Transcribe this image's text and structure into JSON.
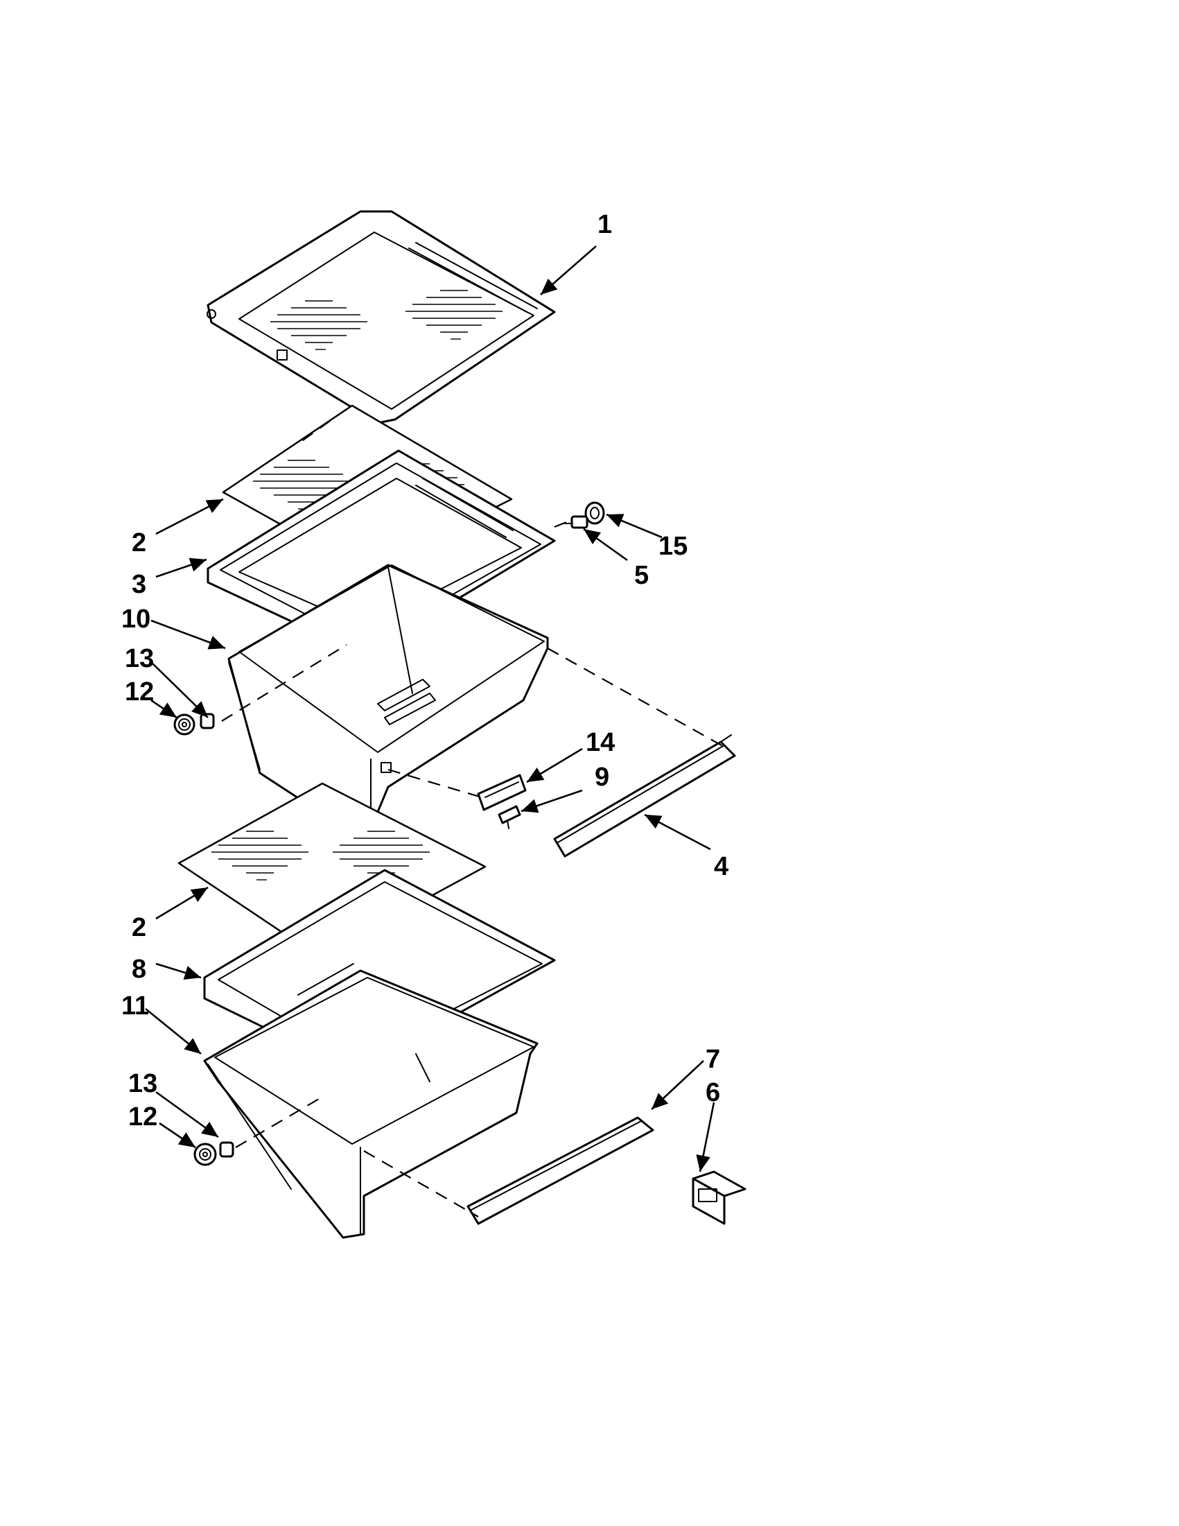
{
  "callouts": {
    "c1": "1",
    "c2a": "2",
    "c3": "3",
    "c15": "15",
    "c5": "5",
    "c10": "10",
    "c13a": "13",
    "c12a": "12",
    "c14": "14",
    "c9": "9",
    "c4": "4",
    "c2b": "2",
    "c8": "8",
    "c11": "11",
    "c7": "7",
    "c6": "6",
    "c13b": "13",
    "c12b": "12"
  },
  "colors": {
    "line": "#000000",
    "background": "#ffffff"
  }
}
